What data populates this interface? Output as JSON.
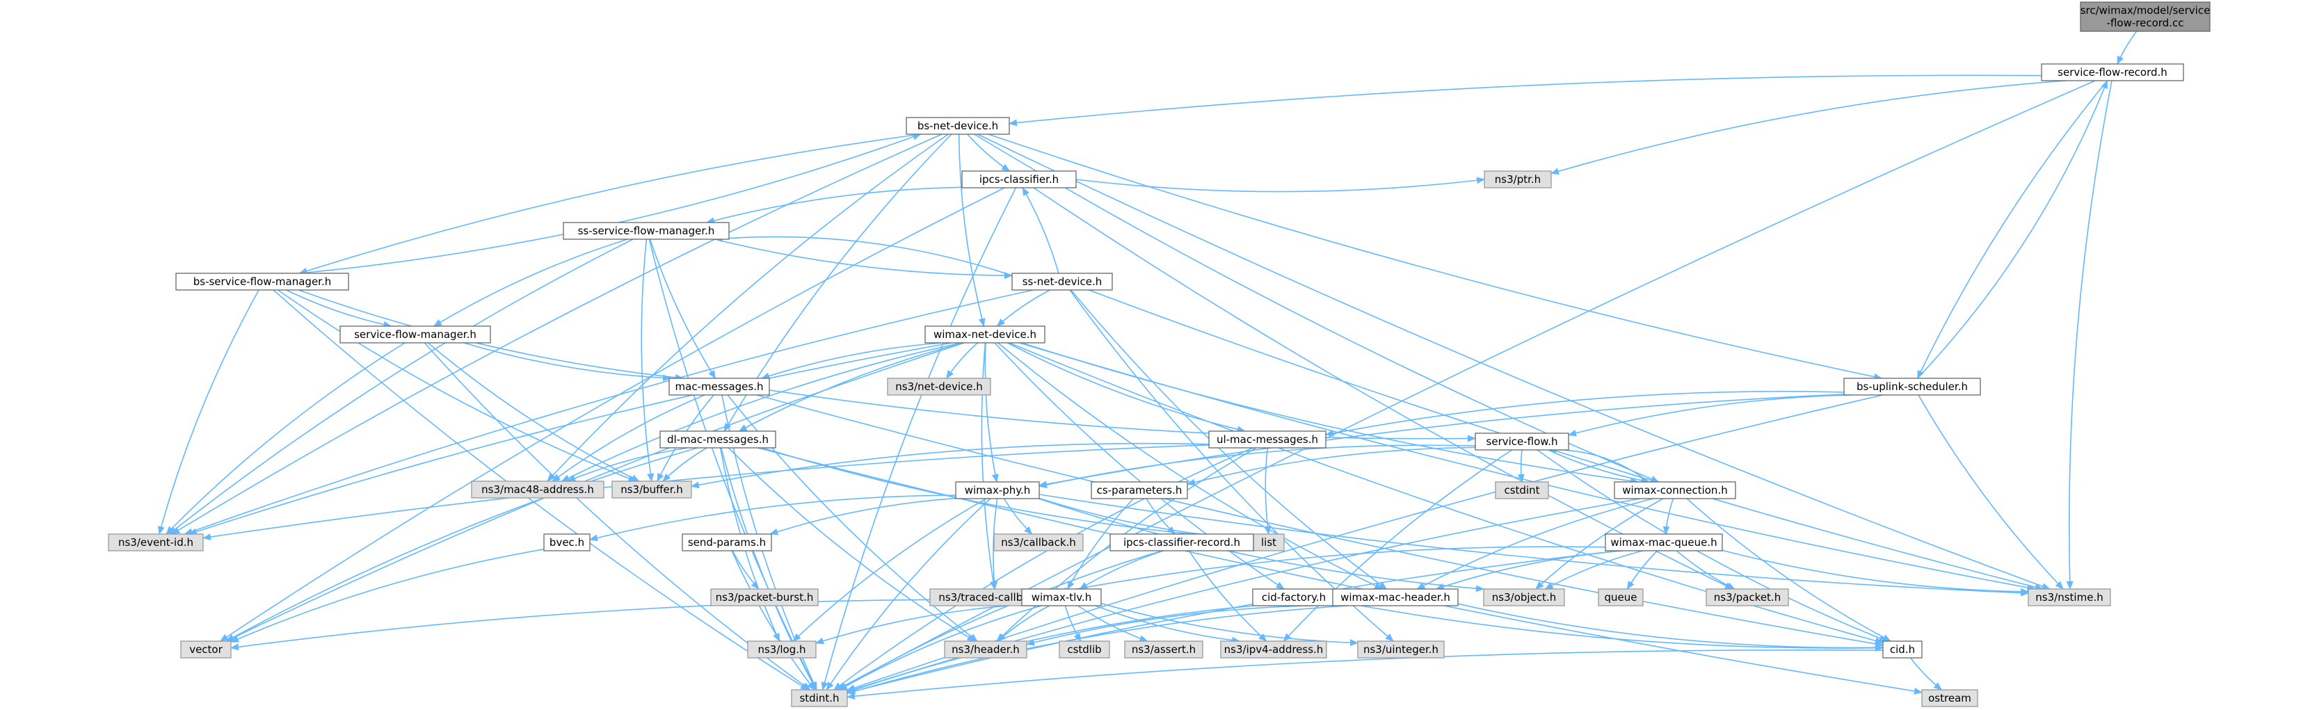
{
  "diagram": {
    "colors": {
      "edge": "#63b8ff",
      "root_fill": "#999999",
      "root_stroke": "#666666",
      "local_fill": "#ffffff",
      "local_stroke": "#666666",
      "system_fill": "#e0e0e0",
      "system_stroke": "#999999",
      "text": "#000000"
    },
    "nodes": [
      {
        "id": "root",
        "lines": [
          "src/wimax/model/service",
          "-flow-record.cc"
        ],
        "kind": "root"
      },
      {
        "id": "sfr",
        "lines": [
          "service-flow-record.h"
        ],
        "kind": "local"
      },
      {
        "id": "bsnd",
        "lines": [
          "bs-net-device.h"
        ],
        "kind": "local"
      },
      {
        "id": "ipcs",
        "lines": [
          "ipcs-classifier.h"
        ],
        "kind": "local"
      },
      {
        "id": "sssfm",
        "lines": [
          "ss-service-flow-manager.h"
        ],
        "kind": "local"
      },
      {
        "id": "ssnd",
        "lines": [
          "ss-net-device.h"
        ],
        "kind": "local"
      },
      {
        "id": "bssfm",
        "lines": [
          "bs-service-flow-manager.h"
        ],
        "kind": "local"
      },
      {
        "id": "sfm",
        "lines": [
          "service-flow-manager.h"
        ],
        "kind": "local"
      },
      {
        "id": "wnd",
        "lines": [
          "wimax-net-device.h"
        ],
        "kind": "local"
      },
      {
        "id": "macm",
        "lines": [
          "mac-messages.h"
        ],
        "kind": "local"
      },
      {
        "id": "netdev",
        "lines": [
          "ns3/net-device.h"
        ],
        "kind": "system"
      },
      {
        "id": "bsus",
        "lines": [
          "bs-uplink-scheduler.h"
        ],
        "kind": "local"
      },
      {
        "id": "dlmm",
        "lines": [
          "dl-mac-messages.h"
        ],
        "kind": "local"
      },
      {
        "id": "ulmm",
        "lines": [
          "ul-mac-messages.h"
        ],
        "kind": "local"
      },
      {
        "id": "sf",
        "lines": [
          "service-flow.h"
        ],
        "kind": "local"
      },
      {
        "id": "mac48",
        "lines": [
          "ns3/mac48-address.h"
        ],
        "kind": "system"
      },
      {
        "id": "buffer",
        "lines": [
          "ns3/buffer.h"
        ],
        "kind": "system"
      },
      {
        "id": "cstdint",
        "lines": [
          "cstdint"
        ],
        "kind": "system"
      },
      {
        "id": "csp",
        "lines": [
          "cs-parameters.h"
        ],
        "kind": "local"
      },
      {
        "id": "wconn",
        "lines": [
          "wimax-connection.h"
        ],
        "kind": "local"
      },
      {
        "id": "wphy",
        "lines": [
          "wimax-phy.h"
        ],
        "kind": "local"
      },
      {
        "id": "eventid",
        "lines": [
          "ns3/event-id.h"
        ],
        "kind": "system"
      },
      {
        "id": "callback",
        "lines": [
          "ns3/callback.h"
        ],
        "kind": "system"
      },
      {
        "id": "list",
        "lines": [
          "list"
        ],
        "kind": "system"
      },
      {
        "id": "bvec",
        "lines": [
          "bvec.h"
        ],
        "kind": "local"
      },
      {
        "id": "sendp",
        "lines": [
          "send-params.h"
        ],
        "kind": "local"
      },
      {
        "id": "ipcsr",
        "lines": [
          "ipcs-classifier-record.h"
        ],
        "kind": "local"
      },
      {
        "id": "wmq",
        "lines": [
          "wimax-mac-queue.h"
        ],
        "kind": "local"
      },
      {
        "id": "pktburst",
        "lines": [
          "ns3/packet-burst.h"
        ],
        "kind": "system"
      },
      {
        "id": "traced",
        "lines": [
          "ns3/traced-callback.h"
        ],
        "kind": "system"
      },
      {
        "id": "wtlv",
        "lines": [
          "wimax-tlv.h"
        ],
        "kind": "local"
      },
      {
        "id": "object",
        "lines": [
          "ns3/object.h"
        ],
        "kind": "system"
      },
      {
        "id": "cidf",
        "lines": [
          "cid-factory.h"
        ],
        "kind": "local"
      },
      {
        "id": "wmh",
        "lines": [
          "wimax-mac-header.h"
        ],
        "kind": "local"
      },
      {
        "id": "queue",
        "lines": [
          "queue"
        ],
        "kind": "system"
      },
      {
        "id": "packet",
        "lines": [
          "ns3/packet.h"
        ],
        "kind": "system"
      },
      {
        "id": "nstime",
        "lines": [
          "ns3/nstime.h"
        ],
        "kind": "system"
      },
      {
        "id": "vector",
        "lines": [
          "vector"
        ],
        "kind": "system"
      },
      {
        "id": "log",
        "lines": [
          "ns3/log.h"
        ],
        "kind": "system"
      },
      {
        "id": "header",
        "lines": [
          "ns3/header.h"
        ],
        "kind": "system"
      },
      {
        "id": "cstdlib",
        "lines": [
          "cstdlib"
        ],
        "kind": "system"
      },
      {
        "id": "assert",
        "lines": [
          "ns3/assert.h"
        ],
        "kind": "system"
      },
      {
        "id": "ipv4",
        "lines": [
          "ns3/ipv4-address.h"
        ],
        "kind": "system"
      },
      {
        "id": "uinteger",
        "lines": [
          "ns3/uinteger.h"
        ],
        "kind": "system"
      },
      {
        "id": "cid",
        "lines": [
          "cid.h"
        ],
        "kind": "local"
      },
      {
        "id": "stdint",
        "lines": [
          "stdint.h"
        ],
        "kind": "system"
      },
      {
        "id": "ostream",
        "lines": [
          "ostream"
        ],
        "kind": "system"
      },
      {
        "id": "ptr",
        "lines": [
          "ns3/ptr.h"
        ],
        "kind": "system"
      }
    ],
    "edges": [
      [
        "root",
        "sfr"
      ],
      [
        "sfr",
        "bsnd"
      ],
      [
        "sfr",
        "ptr"
      ],
      [
        "sfr",
        "nstime"
      ],
      [
        "sfr",
        "stdint"
      ],
      [
        "sfr",
        "bsus"
      ],
      [
        "bsnd",
        "ipcs"
      ],
      [
        "bsnd",
        "bssfm"
      ],
      [
        "bsnd",
        "wnd"
      ],
      [
        "bsnd",
        "dlmm"
      ],
      [
        "bsnd",
        "eventid"
      ],
      [
        "bsnd",
        "mac48"
      ],
      [
        "bsnd",
        "nstime"
      ],
      [
        "bsnd",
        "wconn"
      ],
      [
        "bsnd",
        "bsus"
      ],
      [
        "ipcs",
        "sssfm"
      ],
      [
        "ipcs",
        "ptr"
      ],
      [
        "ipcs",
        "vector"
      ],
      [
        "ipcs",
        "stdint"
      ],
      [
        "ipcs",
        "packet"
      ],
      [
        "sssfm",
        "ssnd"
      ],
      [
        "sssfm",
        "sfm"
      ],
      [
        "sssfm",
        "macm"
      ],
      [
        "sssfm",
        "buffer"
      ],
      [
        "sssfm",
        "eventid"
      ],
      [
        "sssfm",
        "stdint"
      ],
      [
        "ssnd",
        "sssfm"
      ],
      [
        "ssnd",
        "ipcs"
      ],
      [
        "ssnd",
        "wnd"
      ],
      [
        "ssnd",
        "eventid"
      ],
      [
        "ssnd",
        "nstime"
      ],
      [
        "ssnd",
        "wmh"
      ],
      [
        "ssnd",
        "uinteger"
      ],
      [
        "bssfm",
        "bsnd"
      ],
      [
        "bssfm",
        "sfm"
      ],
      [
        "bssfm",
        "macm"
      ],
      [
        "bssfm",
        "buffer"
      ],
      [
        "bssfm",
        "eventid"
      ],
      [
        "bssfm",
        "stdint"
      ],
      [
        "sfm",
        "macm"
      ],
      [
        "sfm",
        "buffer"
      ],
      [
        "sfm",
        "eventid"
      ],
      [
        "sfm",
        "stdint"
      ],
      [
        "wnd",
        "macm"
      ],
      [
        "wnd",
        "netdev"
      ],
      [
        "wnd",
        "dlmm"
      ],
      [
        "wnd",
        "ulmm"
      ],
      [
        "wnd",
        "wphy"
      ],
      [
        "wnd",
        "traced"
      ],
      [
        "wnd",
        "cidf"
      ],
      [
        "wnd",
        "wmh"
      ],
      [
        "wnd",
        "wconn"
      ],
      [
        "wnd",
        "nstime"
      ],
      [
        "wnd",
        "mac48"
      ],
      [
        "wnd",
        "eventid"
      ],
      [
        "wnd",
        "vector"
      ],
      [
        "wnd",
        "cid"
      ],
      [
        "macm",
        "sf"
      ],
      [
        "macm",
        "cid"
      ],
      [
        "macm",
        "mac48"
      ],
      [
        "macm",
        "buffer"
      ],
      [
        "macm",
        "header"
      ],
      [
        "macm",
        "stdint"
      ],
      [
        "bsus",
        "sf"
      ],
      [
        "bsus",
        "ulmm"
      ],
      [
        "bsus",
        "nstime"
      ],
      [
        "bsus",
        "wphy"
      ],
      [
        "bsus",
        "stdint"
      ],
      [
        "bsus",
        "sfr"
      ],
      [
        "dlmm",
        "buffer"
      ],
      [
        "dlmm",
        "mac48"
      ],
      [
        "dlmm",
        "list"
      ],
      [
        "dlmm",
        "header"
      ],
      [
        "dlmm",
        "log"
      ],
      [
        "dlmm",
        "vector"
      ],
      [
        "dlmm",
        "stdint"
      ],
      [
        "dlmm",
        "ostream"
      ],
      [
        "ulmm",
        "buffer"
      ],
      [
        "ulmm",
        "eventid"
      ],
      [
        "ulmm",
        "list"
      ],
      [
        "ulmm",
        "header"
      ],
      [
        "ulmm",
        "stdint"
      ],
      [
        "sf",
        "csp"
      ],
      [
        "sf",
        "wconn"
      ],
      [
        "sf",
        "cstdint"
      ],
      [
        "sf",
        "wphy"
      ],
      [
        "sf",
        "ipv4"
      ],
      [
        "sf",
        "cid"
      ],
      [
        "csp",
        "ipcsr"
      ],
      [
        "csp",
        "wtlv"
      ],
      [
        "wconn",
        "sf"
      ],
      [
        "wconn",
        "wmq"
      ],
      [
        "wconn",
        "wmh"
      ],
      [
        "wconn",
        "object"
      ],
      [
        "wconn",
        "cid"
      ],
      [
        "wconn",
        "stdint"
      ],
      [
        "wphy",
        "callback"
      ],
      [
        "wphy",
        "list"
      ],
      [
        "wphy",
        "bvec"
      ],
      [
        "wphy",
        "sendp"
      ],
      [
        "wphy",
        "traced"
      ],
      [
        "wphy",
        "log"
      ],
      [
        "wphy",
        "object"
      ],
      [
        "wphy",
        "nstime"
      ],
      [
        "wphy",
        "stdint"
      ],
      [
        "bvec",
        "vector"
      ],
      [
        "sendp",
        "pktburst"
      ],
      [
        "sendp",
        "stdint"
      ],
      [
        "ipcsr",
        "wtlv"
      ],
      [
        "ipcsr",
        "ipv4"
      ],
      [
        "ipcsr",
        "stdint"
      ],
      [
        "wmq",
        "wmh"
      ],
      [
        "wmq",
        "queue"
      ],
      [
        "wmq",
        "packet"
      ],
      [
        "wmq",
        "object"
      ],
      [
        "wmq",
        "traced"
      ],
      [
        "wmq",
        "nstime"
      ],
      [
        "wmq",
        "stdint"
      ],
      [
        "wtlv",
        "vector"
      ],
      [
        "wtlv",
        "log"
      ],
      [
        "wtlv",
        "header"
      ],
      [
        "wtlv",
        "cstdlib"
      ],
      [
        "wtlv",
        "assert"
      ],
      [
        "wtlv",
        "ipv4"
      ],
      [
        "wtlv",
        "uinteger"
      ],
      [
        "wtlv",
        "stdint"
      ],
      [
        "cidf",
        "cid"
      ],
      [
        "cidf",
        "stdint"
      ],
      [
        "wmh",
        "header"
      ],
      [
        "wmh",
        "cid"
      ],
      [
        "wmh",
        "stdint"
      ],
      [
        "cid",
        "stdint"
      ],
      [
        "cid",
        "ostream"
      ]
    ]
  }
}
